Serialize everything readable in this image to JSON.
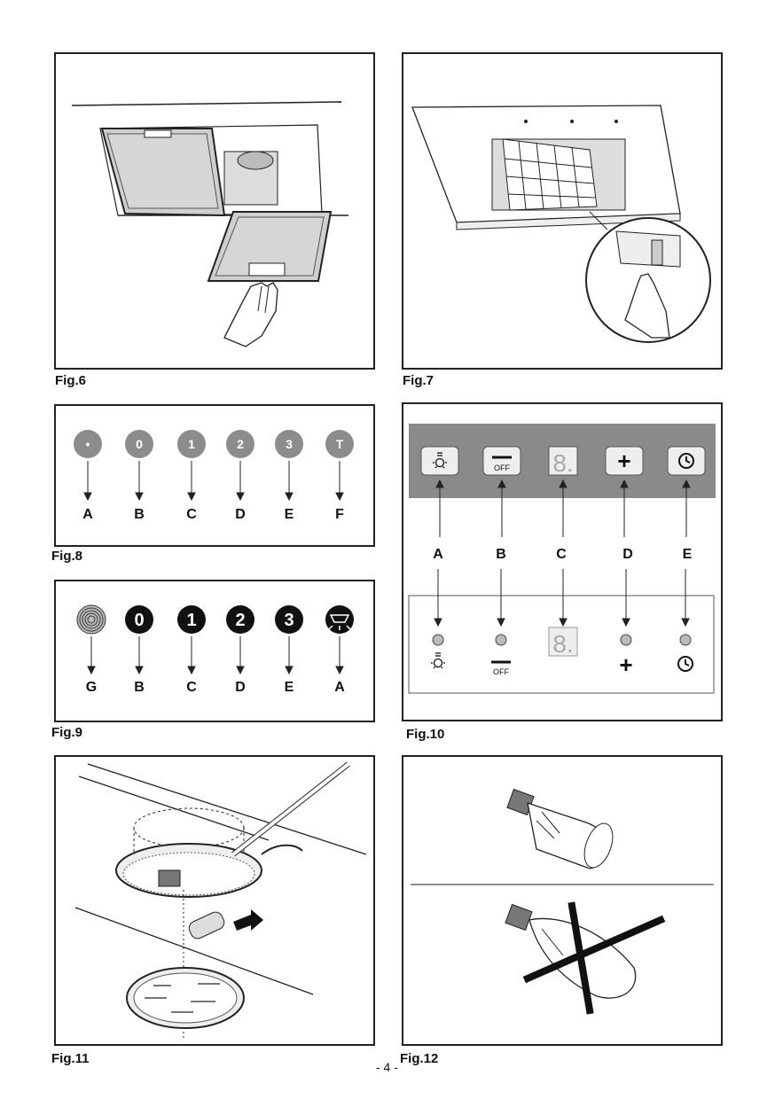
{
  "figures": {
    "fig6": "Fig.6",
    "fig7": "Fig.7",
    "fig8": "Fig.8",
    "fig9": "Fig.9",
    "fig10": "Fig.10",
    "fig11": "Fig.11",
    "fig12": "Fig.12"
  },
  "page_number": "- 4 -",
  "fig8": {
    "buttons": [
      {
        "glyph": "•",
        "label": "A"
      },
      {
        "glyph": "0",
        "label": "B"
      },
      {
        "glyph": "1",
        "label": "C"
      },
      {
        "glyph": "2",
        "label": "D"
      },
      {
        "glyph": "3",
        "label": "E"
      },
      {
        "glyph": "T",
        "label": "F"
      }
    ]
  },
  "fig9": {
    "buttons": [
      {
        "glyph": "",
        "label": "G"
      },
      {
        "glyph": "0",
        "label": "B"
      },
      {
        "glyph": "1",
        "label": "C"
      },
      {
        "glyph": "2",
        "label": "D"
      },
      {
        "glyph": "3",
        "label": "E"
      },
      {
        "glyph": "",
        "label": "A"
      }
    ]
  },
  "fig10": {
    "top_labels": [
      "A",
      "B",
      "C",
      "D",
      "E"
    ],
    "off_text": "OFF",
    "display_digit": "8.",
    "plus_symbol": "+"
  },
  "colors": {
    "grey_button": "#8c8c8c",
    "black_button": "#111111",
    "panel_grey": "#8a8a8a",
    "line": "#222222"
  }
}
